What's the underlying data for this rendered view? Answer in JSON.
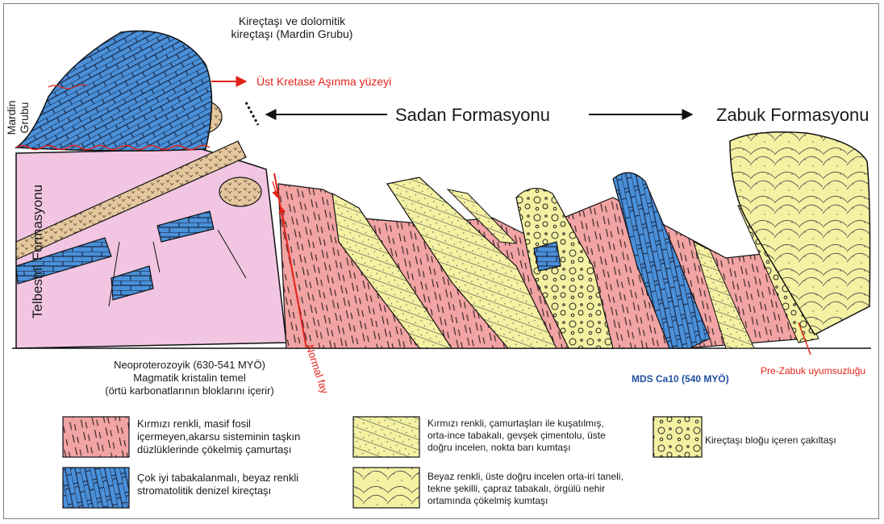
{
  "labels": {
    "mardin_top": [
      "Kireçtaşı ve dolomitik",
      "kireçtaşı (Mardin Grubu)"
    ],
    "erosion_surface": "Üst Kretase Aşınma yüzeyi",
    "sadan": "Sadan Formasyonu",
    "zabuk": "Zabuk Formasyonu",
    "mardin_grubu_side": [
      "Mardin",
      "Grubu"
    ],
    "telbesmi": "Telbesmi Formasyonu",
    "basement": [
      "Neoproterozoyik (630-541 MYÖ)",
      "Magmatik kristalin temel",
      "(örtü karbonatlarının bloklarını içerir)"
    ],
    "normal_fault": "Normal fay",
    "mds": "MDS Ca10 (540 MYÖ)",
    "pre_zabuk": "Pre-Zabuk uyumsuzluğu"
  },
  "legend": {
    "red_mudstone": [
      "Kırmızı renkli, masif fosil",
      "içermeyen,akarsu sisteminin taşkın",
      "düzlüklerinde çökelmiş çamurtaşı"
    ],
    "blue_limestone": [
      "Çok iyi tabakalanmalı, beyaz renkli",
      "stromatolitik denizel kireçtaşı"
    ],
    "yellow_bedded": [
      "Kırmızı renkli, çamurtaşları ile kuşatılmış,",
      "orta-ince tabakalı, gevşek çimentolu, üste",
      "doğru incelen, nokta barı kumtaşı"
    ],
    "yellow_cross": [
      "Beyaz renkli, üste doğru incelen orta-iri taneli,",
      "tekne şekilli, çapraz tabakalı, örgülü nehir",
      "ortamında çökelmiş kumtaşı"
    ],
    "conglomerate": "Kireçtaşı bloğu içeren çakıltaşı"
  },
  "colors": {
    "red_bed": "#f2a3a3",
    "blue_lime": "#4a90d9",
    "yellow_sand": "#f4f1a2",
    "pink_basement": "#f2c6e2",
    "tan_block": "#e5c79e",
    "red_line": "#e2231a",
    "mds_text": "#1f4fa0"
  }
}
